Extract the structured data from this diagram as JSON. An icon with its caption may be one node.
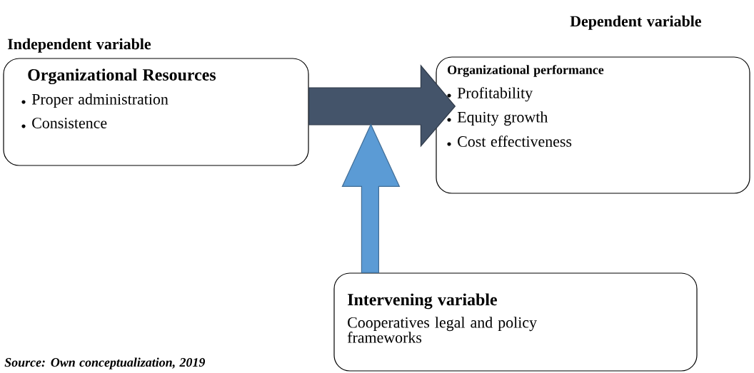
{
  "diagram": {
    "nodes": [
      {
        "text": [
          "Independent variable",
          "Organizational Resources",
          "Proper administration",
          "Consistence"
        ]
      },
      {
        "text": [
          "Dependent variable",
          "Organizational performance",
          "Profitability",
          "Equity growth",
          "Cost effectiveness"
        ]
      },
      {
        "text": [
          "Intervening variable",
          "Cooperatives legal and policy frameworks"
        ]
      }
    ],
    "edges": [
      {
        "from": 0,
        "to": 1,
        "arrow": "to",
        "style": "thick",
        "color": "#44546a"
      },
      {
        "from": 2,
        "to": null,
        "arrow": "to",
        "style": "thick",
        "color": "#5b9bd5"
      }
    ],
    "labels": [
      "Source: Own conceptualization, 2019"
    ]
  }
}
